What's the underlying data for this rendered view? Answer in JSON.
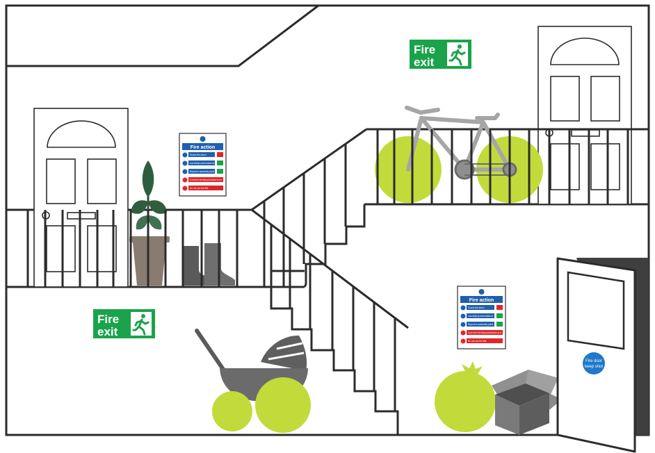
{
  "fire_exit_sign": {
    "line1": "Fire",
    "line2": "exit"
  },
  "fire_action_notice": {
    "title": "Fire action",
    "rows": [
      "Sound the alarm",
      "Leave building by nearest available exit",
      "Report to assembly point",
      "Do not return to the building until authorised to do so",
      "Do not use the lifts"
    ]
  },
  "fire_door_sign": {
    "line1": "Fire door",
    "line2": "keep shut"
  },
  "colors": {
    "outline": "#2b2b2b",
    "sign_green": "#1aa34a",
    "notice_blue": "#1f5fae",
    "notice_red": "#e0262a",
    "hazard_lime": "#c2db3a",
    "object_grey": "#6b6b6b",
    "door_sign_blue": "#1f78c9"
  }
}
